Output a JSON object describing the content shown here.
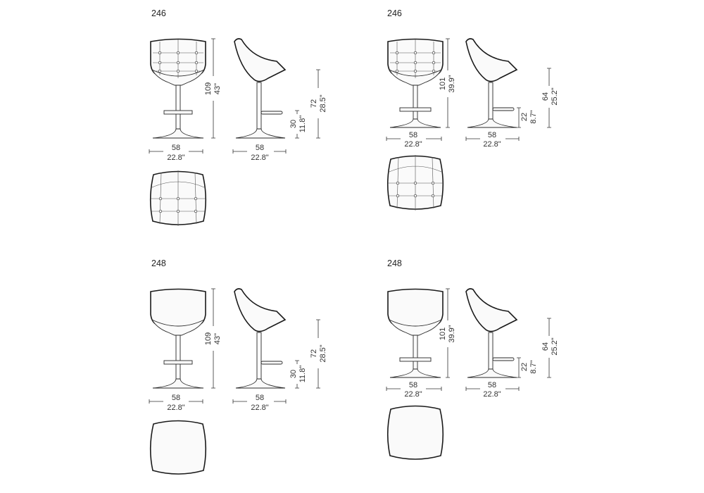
{
  "panels": [
    {
      "model": "246",
      "variant": "tufted",
      "height": {
        "cm": "109",
        "in": "43\""
      },
      "seat": {
        "cm": "72",
        "in": "28.5\""
      },
      "foot": {
        "cm": "30",
        "in": "11.8\""
      },
      "front_width": {
        "cm": "58",
        "in": "22.8\""
      },
      "side_width": {
        "cm": "58",
        "in": "22.8\""
      }
    },
    {
      "model": "246",
      "variant": "tufted",
      "height": {
        "cm": "101",
        "in": "39.9\""
      },
      "seat": {
        "cm": "64",
        "in": "25.2\""
      },
      "foot": {
        "cm": "22",
        "in": "8.7\""
      },
      "front_width": {
        "cm": "58",
        "in": "22.8\""
      },
      "side_width": {
        "cm": "58",
        "in": "22.8\""
      }
    },
    {
      "model": "248",
      "variant": "plain",
      "height": {
        "cm": "109",
        "in": "43\""
      },
      "seat": {
        "cm": "72",
        "in": "28.5\""
      },
      "foot": {
        "cm": "30",
        "in": "11.8\""
      },
      "front_width": {
        "cm": "58",
        "in": "22.8\""
      },
      "side_width": {
        "cm": "58",
        "in": "22.8\""
      }
    },
    {
      "model": "248",
      "variant": "plain",
      "height": {
        "cm": "101",
        "in": "39.9\""
      },
      "seat": {
        "cm": "64",
        "in": "25.2\""
      },
      "foot": {
        "cm": "22",
        "in": "8.7\""
      },
      "front_width": {
        "cm": "58",
        "in": "22.8\""
      },
      "side_width": {
        "cm": "58",
        "in": "22.8\""
      }
    }
  ]
}
